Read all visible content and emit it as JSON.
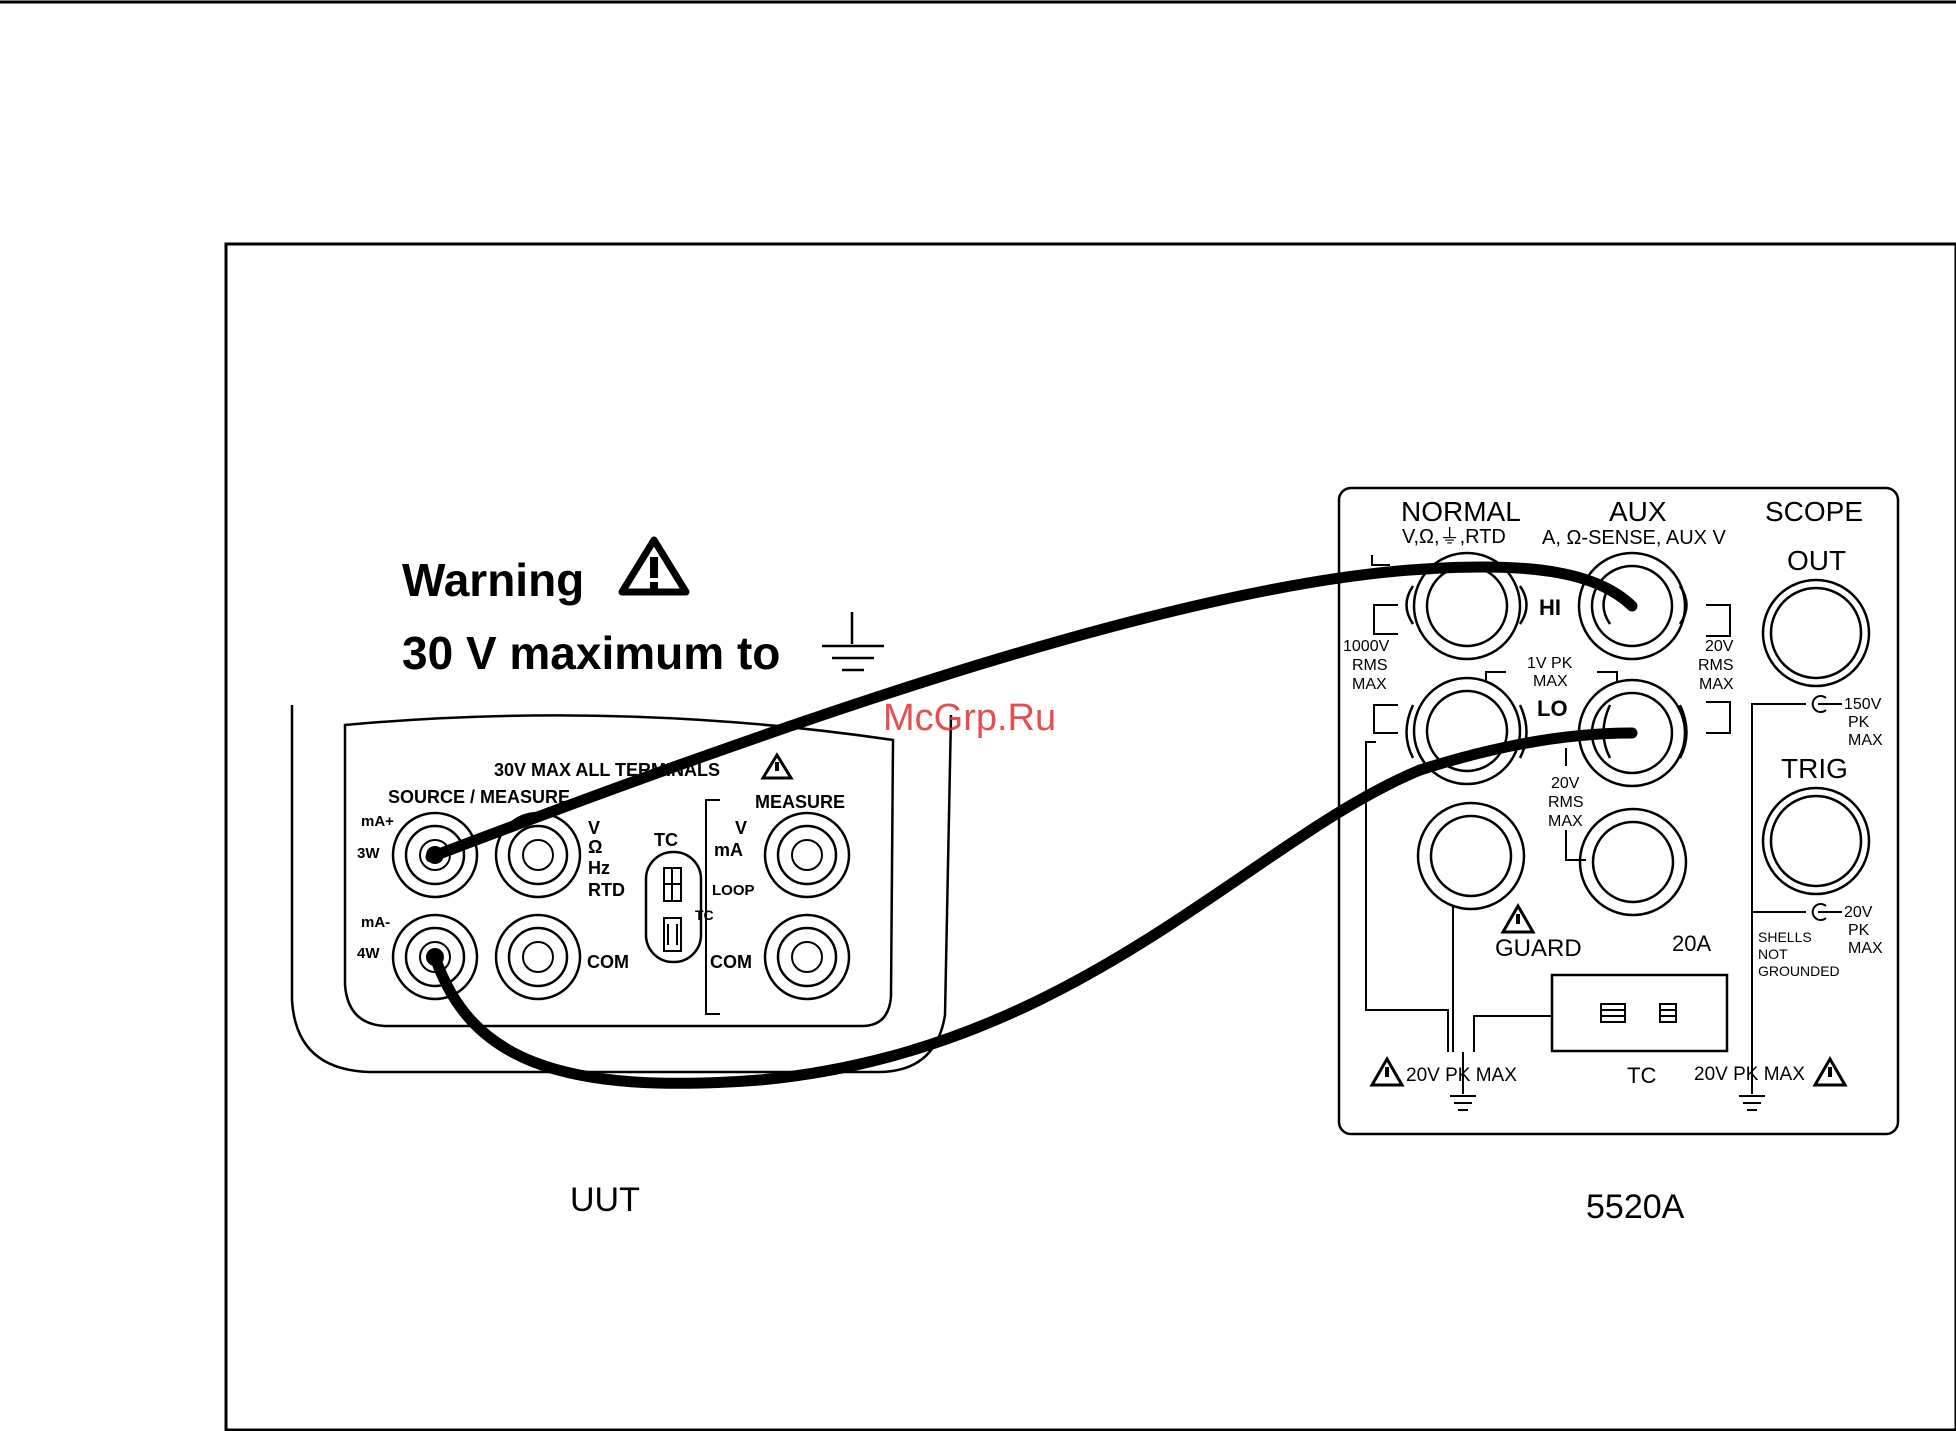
{
  "warning": {
    "line1": "Warning",
    "line2": "30 V maximum to"
  },
  "uut": {
    "label": "UUT",
    "all_terminals": "30V MAX ALL TERMINALS",
    "source_measure": "SOURCE / MEASURE",
    "ma_plus": "mA+",
    "three_w": "3W",
    "ma_minus": "mA-",
    "four_w": "4W",
    "v": "V",
    "ohm": "Ω",
    "hz": "Hz",
    "rtd": "RTD",
    "com_left": "COM",
    "tc": "TC",
    "tc_small": "TC",
    "measure": "MEASURE",
    "v2": "V",
    "ma": "mA",
    "loop": "LOOP",
    "com_right": "COM"
  },
  "calibrator": {
    "label": "5520A",
    "normal": "NORMAL",
    "normal_sub": "V,Ω,⏚,RTD",
    "aux": "AUX",
    "aux_sub": "A, Ω-SENSE, AUX V",
    "scope": "SCOPE",
    "out": "OUT",
    "trig": "TRIG",
    "hi": "HI",
    "lo": "LO",
    "v1000": "1000V",
    "rms1": "RMS",
    "max1": "MAX",
    "v20a": "20V",
    "rms2": "RMS",
    "max2": "MAX",
    "pk1v": "1V PK",
    "max3": "MAX",
    "v20b": "20V",
    "rms3": "RMS",
    "max4": "MAX",
    "guard": "GUARD",
    "a20": "20A",
    "tc": "TC",
    "pk_left": "20V PK MAX",
    "pk_right": "20V PK MAX",
    "v150": "150V",
    "pk2": "PK",
    "max5": "MAX",
    "v20c": "20V",
    "pk3": "PK",
    "max6": "MAX",
    "shells": "SHELLS",
    "not": "NOT",
    "grounded": "GROUNDED"
  },
  "watermark": "McGrp.Ru"
}
